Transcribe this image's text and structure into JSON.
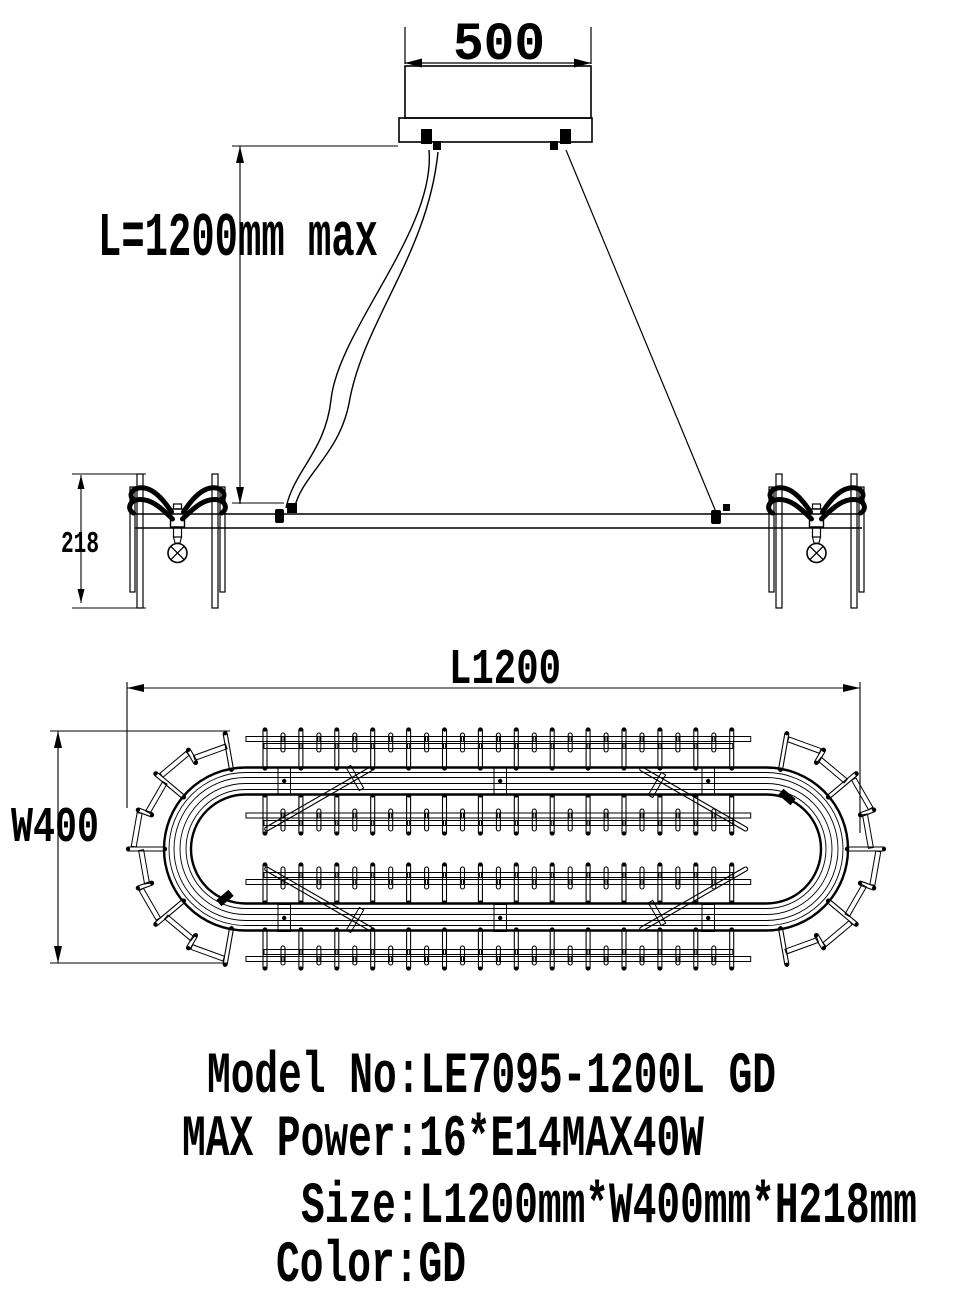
{
  "drawing": {
    "dim_canopy_width": "500",
    "dim_hanging_length": "L=1200mm max",
    "dim_fixture_height": "218",
    "dim_plan_length": "L1200",
    "dim_plan_width": "W400"
  },
  "specs": {
    "model": "Model No:LE7095-1200L GD",
    "power": "MAX Power:16*E14MAX40W",
    "size": "Size:L1200mm*W400mm*H218mm",
    "color": "Color:GD"
  },
  "colors": {
    "line": "#000000",
    "background": "#ffffff"
  }
}
